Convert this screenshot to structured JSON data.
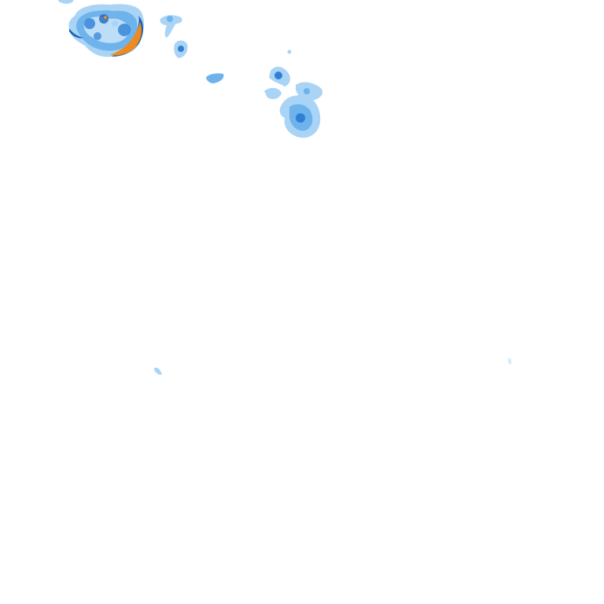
{
  "map": {
    "layer": "precipitation-radar-overlay",
    "background_color": "#ffffff",
    "intensity_colors": {
      "very_light": "#d6ecfb",
      "light": "#a9d4f5",
      "moderate": "#6fb3ec",
      "heavy": "#2f7fd6",
      "very_heavy": "#1a5fb8",
      "extreme": "#f08a1c"
    },
    "echo_cells": [
      {
        "name": "echo-cell-northwest-storm",
        "intensity": "very_heavy"
      },
      {
        "name": "echo-cell-small-northwest-a",
        "intensity": "light"
      },
      {
        "name": "echo-cell-small-northwest-b",
        "intensity": "moderate"
      },
      {
        "name": "echo-cell-small-central-north",
        "intensity": "moderate"
      },
      {
        "name": "echo-cell-north-central-cluster",
        "intensity": "heavy"
      },
      {
        "name": "echo-speck-southwest",
        "intensity": "light"
      },
      {
        "name": "echo-speck-southeast",
        "intensity": "very_light"
      }
    ]
  }
}
